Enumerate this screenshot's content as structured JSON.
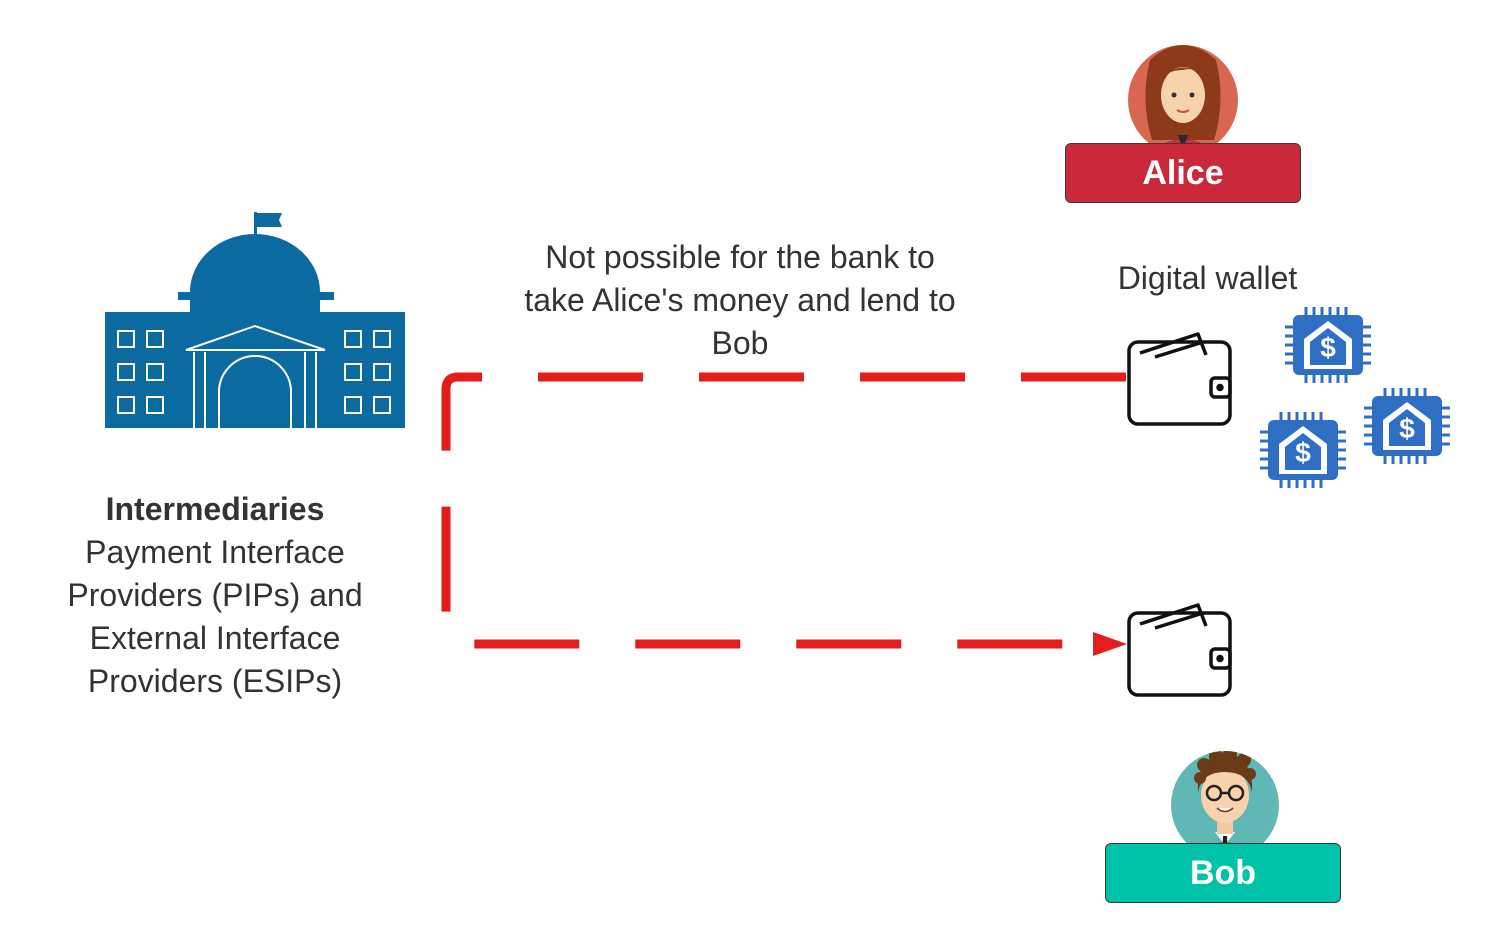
{
  "intermediaries": {
    "title": "Intermediaries",
    "lines": [
      "Payment Interface",
      "Providers (PIPs) and",
      "External Interface",
      "Providers (ESIPs)"
    ]
  },
  "note": {
    "lines": [
      "Not possible for the bank to",
      "take Alice's money and lend to",
      "Bob"
    ]
  },
  "wallet_label": "Digital wallet",
  "alice": {
    "name": "Alice",
    "badge_color": "#c9293a"
  },
  "bob": {
    "name": "Bob",
    "badge_color": "#00c2a8"
  },
  "colors": {
    "bank": "#0b6aa0",
    "arrow": "#e31c1c",
    "token": "#2e6fc4"
  },
  "icons": [
    "bank-building-icon",
    "wallet-icon",
    "digital-token-icon",
    "alice-avatar-icon",
    "bob-avatar-icon"
  ]
}
